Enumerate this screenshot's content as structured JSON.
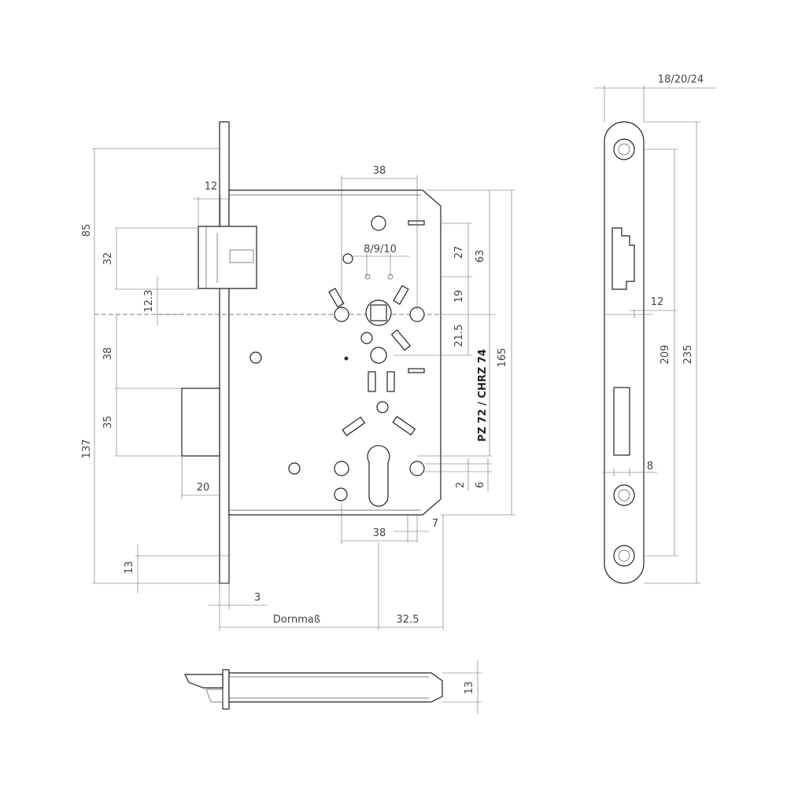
{
  "drawing": {
    "model_label": "PZ 72 / CHRZ 74",
    "dims": {
      "d85": "85",
      "d12top": "12",
      "d32": "32",
      "d123": "12.3",
      "d38left": "38",
      "d35": "35",
      "d137": "137",
      "d20": "20",
      "d13left": "13",
      "d3": "3",
      "dornmass": "Dornmaß",
      "d325": "32.5",
      "d38top": "38",
      "d8910": "8/9/10",
      "d27": "27",
      "d63": "63",
      "d19": "19",
      "d215": "21.5",
      "d165": "165",
      "d2": "2",
      "d6": "6",
      "d7": "7",
      "d38bottom": "38",
      "d182024": "18/20/24",
      "d12right": "12",
      "d209": "209",
      "d235": "235",
      "d8": "8",
      "d13bottom": "13"
    }
  }
}
